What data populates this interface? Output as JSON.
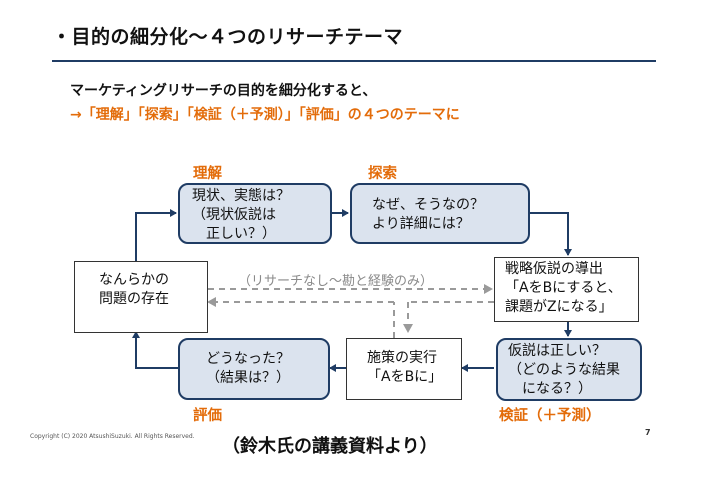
{
  "title": "・目的の細分化～４つのリサーチテーマ",
  "subtitle_line1": "マーケティングリサーチの目的を細分化すると、",
  "subtitle_line2": "→「理解」「探索」「検証（＋予測）」「評価」の４つのテーマに",
  "labels": {
    "understanding": "理解",
    "exploration": "探索",
    "verification": "検証（＋予測）",
    "evaluation": "評価"
  },
  "boxes": {
    "problem": [
      "なんらかの",
      "問題の存在"
    ],
    "understanding": [
      "現状、実態は？",
      "（現状仮説は",
      "　正しい？）"
    ],
    "exploration": [
      "なぜ、そうなの？",
      "より詳細には？"
    ],
    "strategy": [
      "戦略仮説の導出",
      "「AをBにすると、",
      "課題がZになる」"
    ],
    "hypothesis": [
      "仮説は正しい？",
      "（どのような結果",
      "　になる？）"
    ],
    "action": [
      "施策の実行",
      "「AをBに」"
    ],
    "result": [
      "どうなった？",
      "（結果は？）"
    ]
  },
  "dashed_note": "（リサーチなし～勘と経験のみ）",
  "copyright": "Copyright (C) 2020 AtsushiSuzuki. All Rights Reserved.",
  "page_number": "7",
  "credit": "（鈴木氏の講義資料より）",
  "colors": {
    "accent_orange": "#e36c0a",
    "navy": "#1f3c64",
    "box_fill": "#dbe3ee",
    "dashed_gray": "#9a9a9a"
  }
}
